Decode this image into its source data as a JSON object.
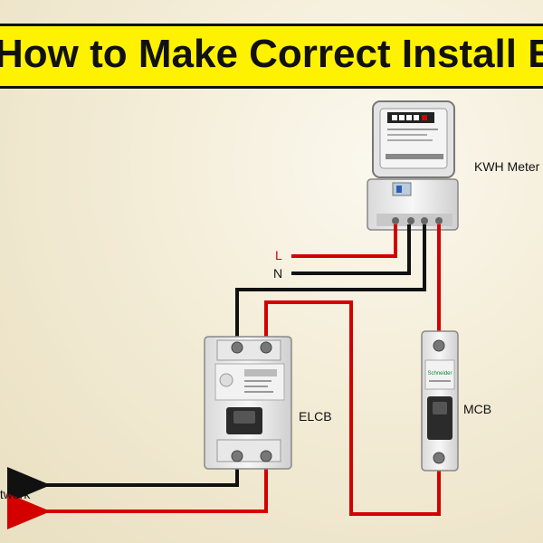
{
  "title": "How to Make Correct Install ELCB Electrical",
  "labels": {
    "meter": "KWH Meter",
    "live": "L",
    "neutral": "N",
    "elcb": "ELCB",
    "mcb": "MCB",
    "network": "Network",
    "mcb_brand": "Schneider"
  },
  "colors": {
    "banner": "#fff200",
    "live_wire": "#d40000",
    "neutral_wire": "#111111"
  }
}
